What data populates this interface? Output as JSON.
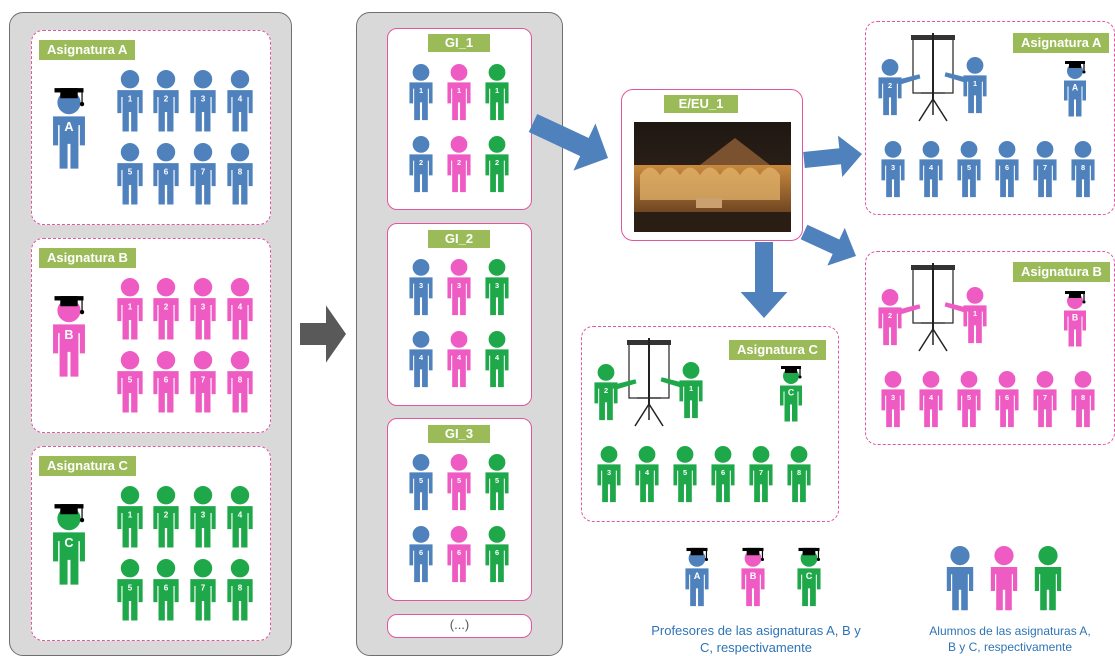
{
  "panels": {
    "subjects": [
      {
        "title": "Asignatura A",
        "teacher_letter": "A",
        "color": "#4f81bd",
        "students": [
          "1",
          "2",
          "3",
          "4",
          "5",
          "6",
          "7",
          "8"
        ]
      },
      {
        "title": "Asignatura B",
        "teacher_letter": "B",
        "color": "#ee5cc3",
        "students": [
          "1",
          "2",
          "3",
          "4",
          "5",
          "6",
          "7",
          "8"
        ]
      },
      {
        "title": "Asignatura C",
        "teacher_letter": "C",
        "color": "#1fa84a",
        "students": [
          "1",
          "2",
          "3",
          "4",
          "5",
          "6",
          "7",
          "8"
        ]
      }
    ],
    "groups": [
      {
        "title": "GI_1",
        "rows": [
          [
            "1",
            "1",
            "1"
          ],
          [
            "2",
            "2",
            "2"
          ]
        ]
      },
      {
        "title": "GI_2",
        "rows": [
          [
            "3",
            "3",
            "3"
          ],
          [
            "4",
            "4",
            "4"
          ]
        ]
      },
      {
        "title": "GI_3",
        "rows": [
          [
            "5",
            "5",
            "5"
          ],
          [
            "6",
            "6",
            "6"
          ]
        ]
      }
    ],
    "more_label": "(...)"
  },
  "center": {
    "title": "E/EU_1"
  },
  "results": [
    {
      "title": "Asignatura A",
      "teacher_letter": "A",
      "color": "#4f81bd",
      "presenters": [
        "2",
        "1"
      ],
      "students": [
        "3",
        "4",
        "5",
        "6",
        "7",
        "8"
      ]
    },
    {
      "title": "Asignatura B",
      "teacher_letter": "B",
      "color": "#ee5cc3",
      "presenters": [
        "2",
        "1"
      ],
      "students": [
        "3",
        "4",
        "5",
        "6",
        "7",
        "8"
      ]
    },
    {
      "title": "Asignatura C",
      "teacher_letter": "C",
      "color": "#1fa84a",
      "presenters": [
        "2",
        "1"
      ],
      "students": [
        "3",
        "4",
        "5",
        "6",
        "7",
        "8"
      ]
    }
  ],
  "legend": {
    "teachers_letters": [
      "A",
      "B",
      "C"
    ],
    "teachers_caption_1": "Profesores de las asignaturas A, B y",
    "teachers_caption_2": "C, respectivamente",
    "students_caption_1": "Alumnos de las asignaturas A,",
    "students_caption_2": "B y C, respectivamente"
  },
  "colors": {
    "blue": "#4f81bd",
    "pink": "#ee5cc3",
    "green": "#1fa84a",
    "tag": "#9bbb59",
    "border": "#e0569f",
    "arrow": "#4f81bd",
    "arrow_dark": "#595959"
  }
}
